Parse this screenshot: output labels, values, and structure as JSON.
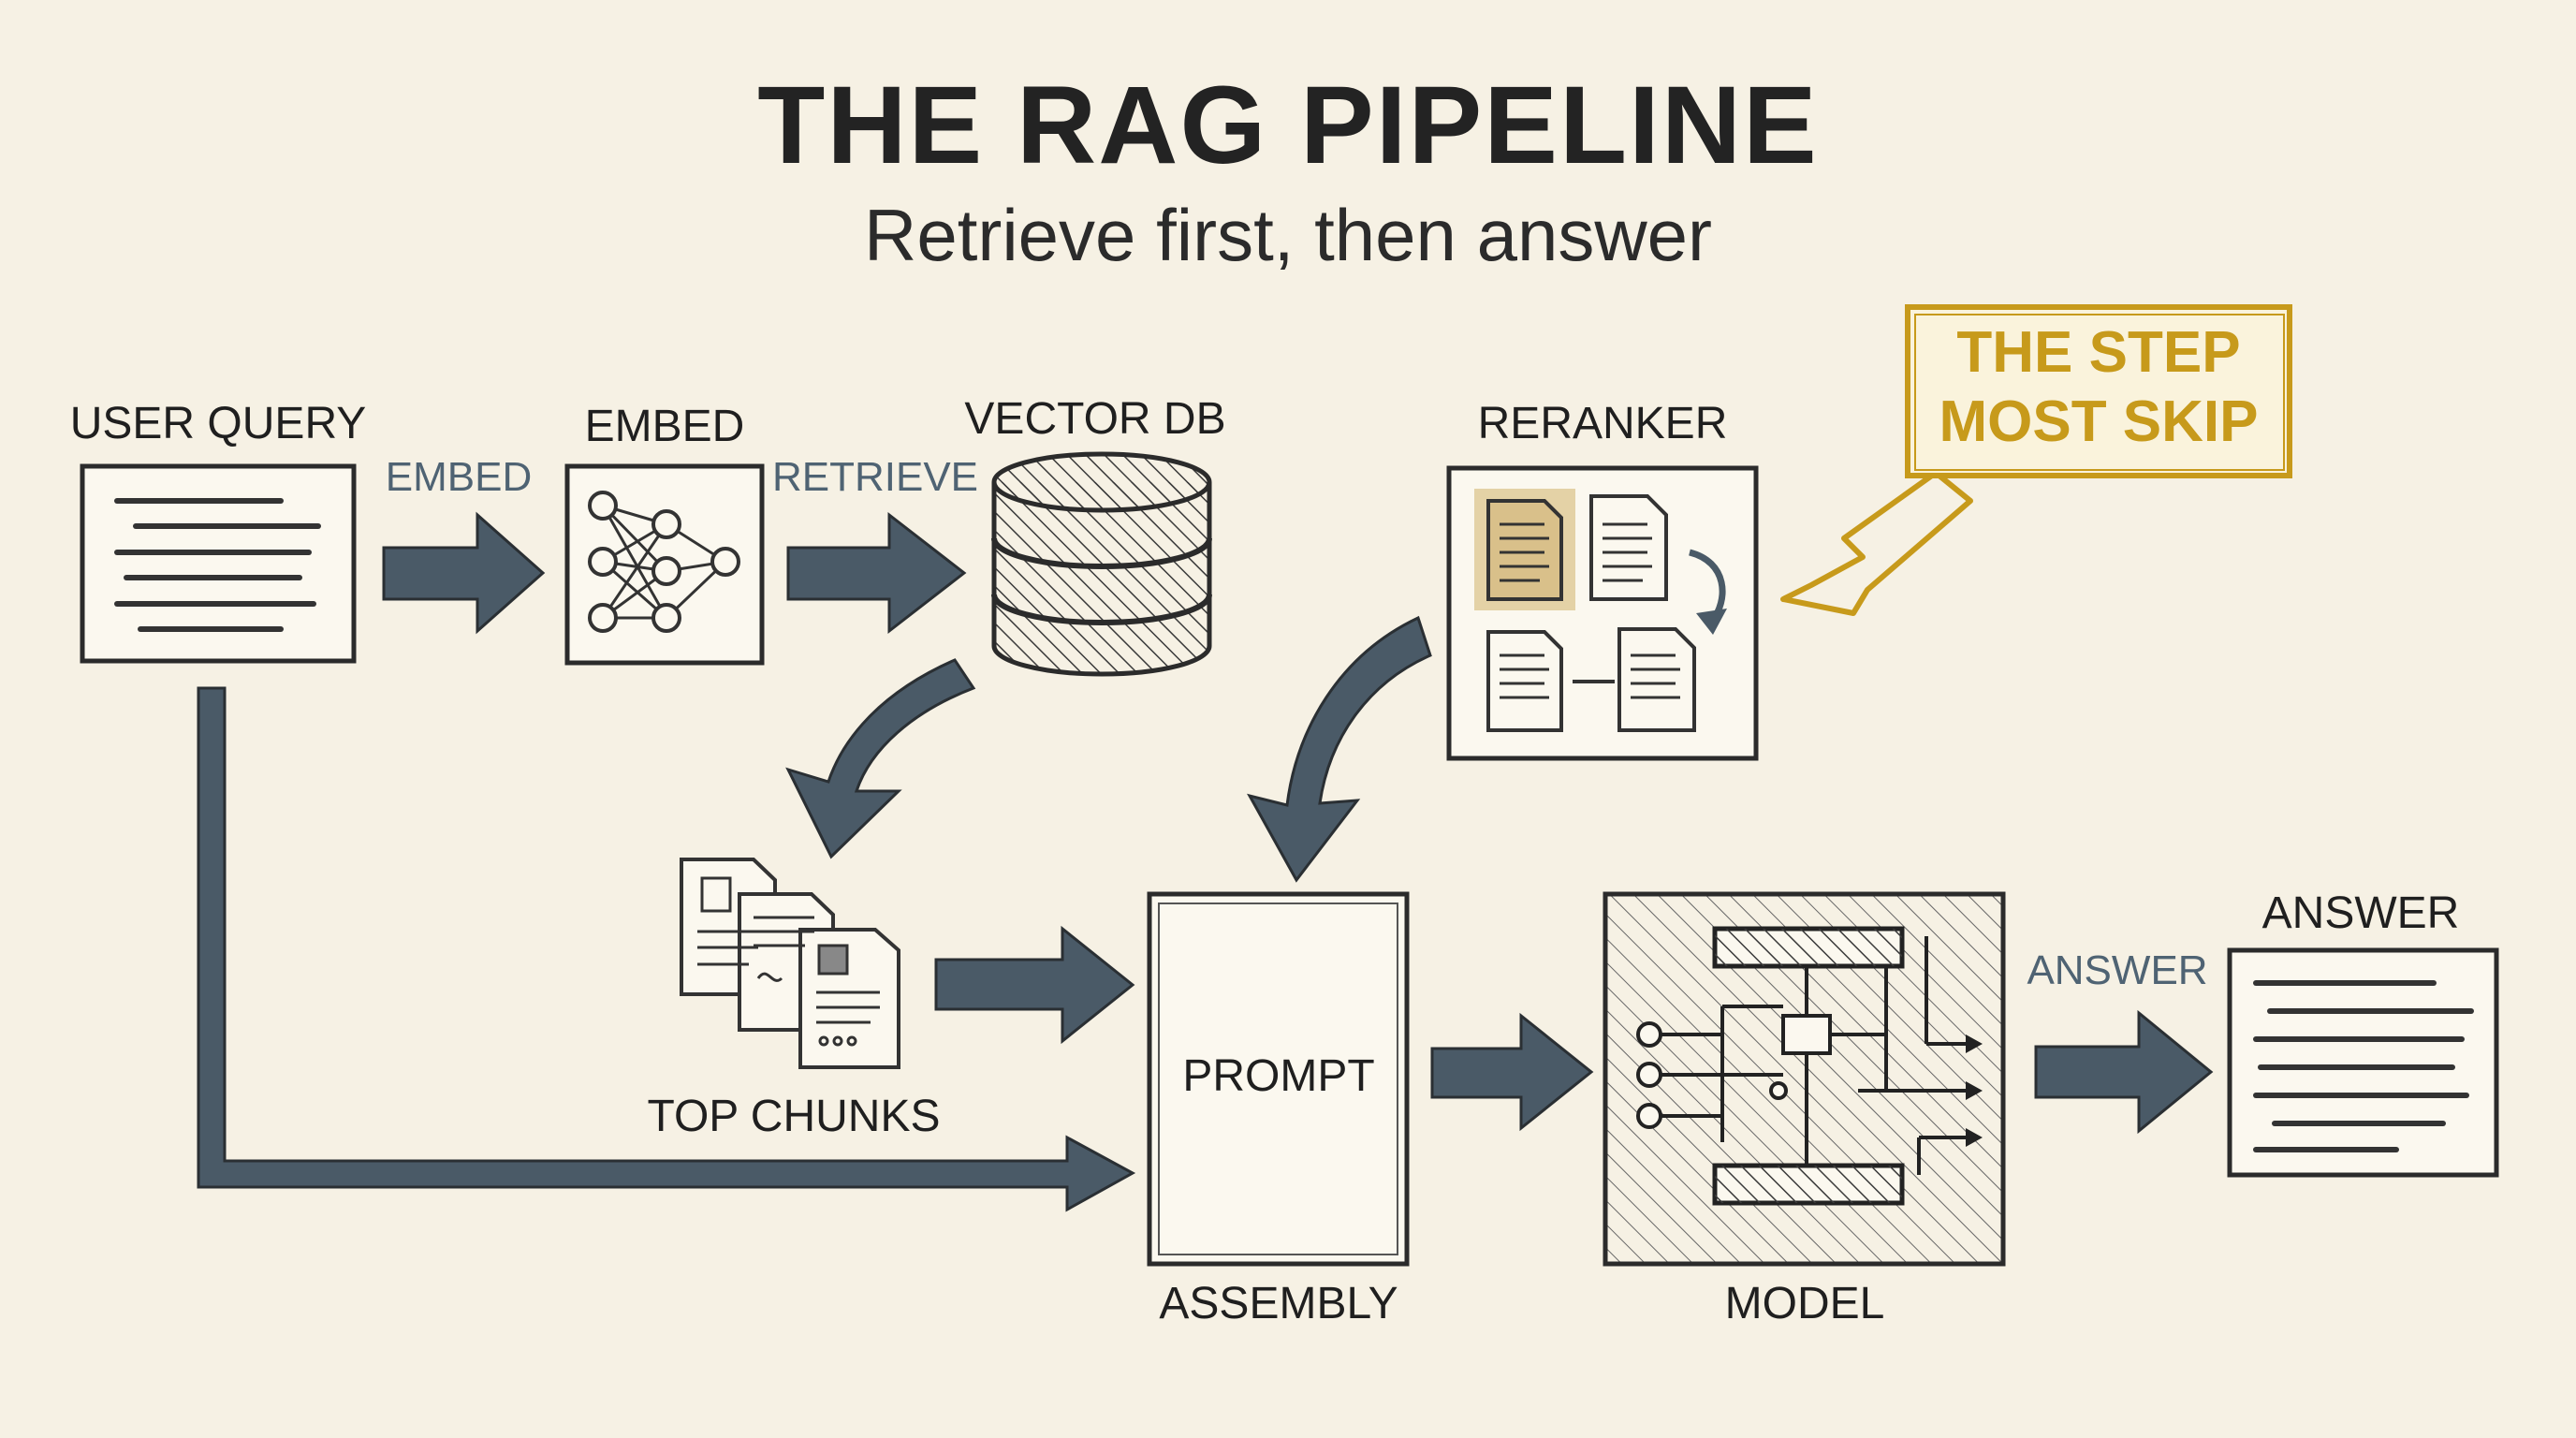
{
  "title": "THE RAG PIPELINE",
  "subtitle": "Retrieve first, then answer",
  "nodes": {
    "user_query": "USER QUERY",
    "embed": "EMBED",
    "vector_db": "VECTOR DB",
    "reranker": "RERANKER",
    "top_chunks": "TOP CHUNKS",
    "prompt": "PROMPT",
    "assembly": "ASSEMBLY",
    "model": "MODEL",
    "answer": "ANSWER"
  },
  "edges": {
    "embed": "EMBED",
    "retrieve": "RETRIEVE",
    "answer": "ANSWER"
  },
  "callout": {
    "line1": "THE STEP",
    "line2": "MOST SKIP"
  },
  "colors": {
    "background": "#f6f1e4",
    "ink": "#222222",
    "arrow": "#4a5a67",
    "edge_label": "#4f6373",
    "callout": "#c79a1b",
    "highlight_doc": "#e4d2a6"
  }
}
